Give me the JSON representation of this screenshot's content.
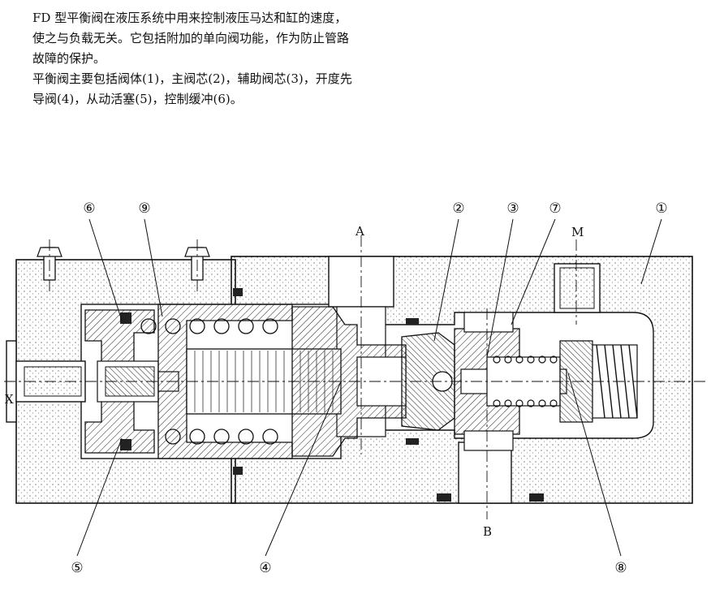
{
  "intro": {
    "line1": "FD 型平衡阀在液压系统中用来控制液压马达和缸的速度，",
    "line2": "使之与负载无关。它包括附加的单向阀功能，作为防止管路",
    "line3": "故障的保护。",
    "line4": "平衡阀主要包括阀体(1)，主阀芯(2)，辅助阀芯(3)，开度先",
    "line5": "导阀(4)，从动活塞(5)，控制缓冲(6)。"
  },
  "diagram": {
    "port_labels": {
      "a": "A",
      "b": "B",
      "m": "M",
      "x": "X"
    },
    "callouts": [
      "①",
      "②",
      "③",
      "④",
      "⑤",
      "⑥",
      "⑦",
      "⑧",
      "⑨"
    ]
  },
  "colors": {
    "ink": "#111111",
    "seal": "#222222",
    "paper": "#ffffff"
  }
}
